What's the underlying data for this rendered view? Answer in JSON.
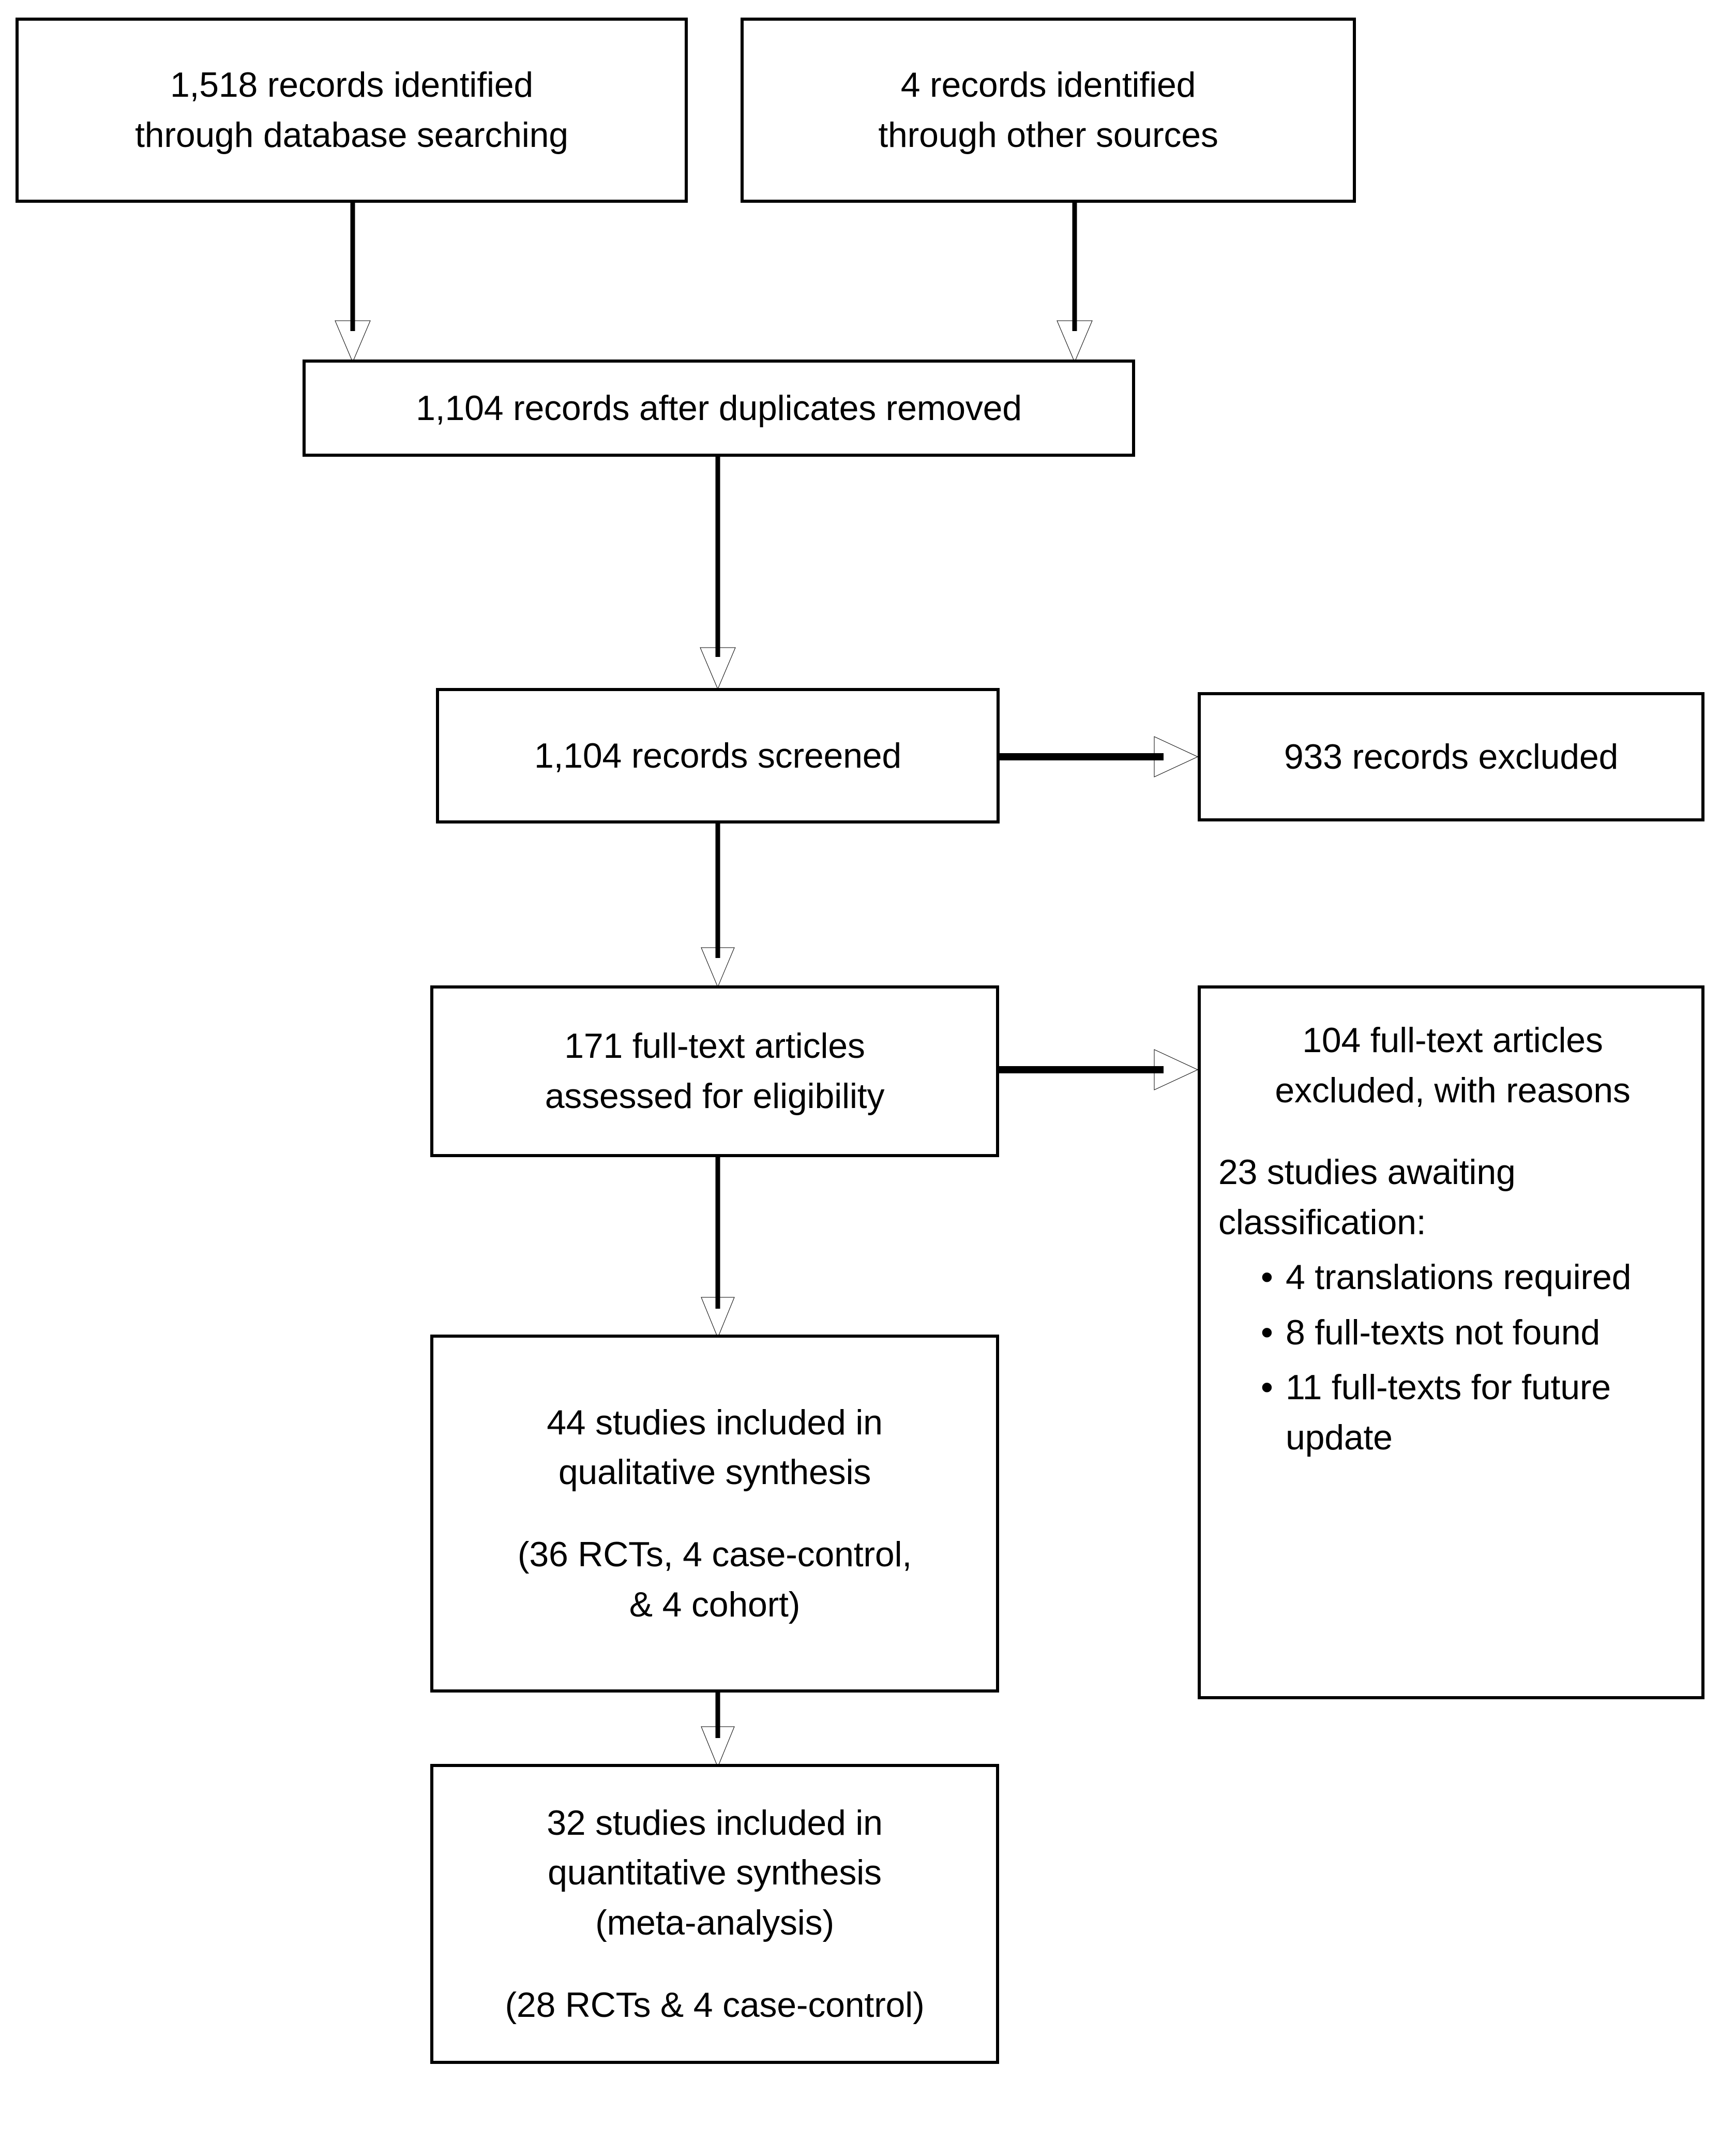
{
  "diagram": {
    "type": "prisma-flow-diagram",
    "title": "PRISMA study selection flow diagram",
    "line_color": "#000000",
    "box_fill": "#ffffff",
    "background": "#ffffff"
  },
  "nodes": {
    "database_records": {
      "id": "database-records-box",
      "lines": [
        "1,518 records identified",
        "through database searching"
      ]
    },
    "other_records": {
      "id": "other-records-box",
      "lines": [
        "4 records identified",
        "through other sources"
      ]
    },
    "duplicates_removed": {
      "id": "duplicates-removed-box",
      "lines": [
        "1,104 records after duplicates removed"
      ]
    },
    "records_screened": {
      "id": "records-screened-box",
      "lines": [
        "1,104 records screened"
      ]
    },
    "records_excluded": {
      "id": "records-excluded-box",
      "lines": [
        "933 records excluded"
      ]
    },
    "fulltext_assessed": {
      "id": "fulltext-assessed-box",
      "lines": [
        "171 full-text articles",
        "assessed for eligibility"
      ]
    },
    "fulltext_excluded": {
      "id": "fulltext-excluded-box",
      "heading": [
        "104 full-text articles",
        "excluded, with reasons"
      ],
      "subheading": [
        "23 studies awaiting",
        "classification:"
      ],
      "bullet_glyph": "•",
      "reasons": [
        "4 translations required",
        "8 full-texts not found",
        "11 full-texts for future update"
      ]
    },
    "qualitative_synthesis": {
      "id": "qualitative-synthesis-box",
      "lines": [
        "44 studies included in",
        "qualitative synthesis"
      ],
      "detail_lines": [
        "(36 RCTs, 4 case-control,",
        "& 4 cohort)"
      ]
    },
    "quantitative_synthesis": {
      "id": "quantitative-synthesis-box",
      "lines": [
        "32 studies included in",
        "quantitative synthesis",
        "(meta-analysis)"
      ],
      "detail_lines": [
        "(28 RCTs & 4 case-control)"
      ]
    }
  },
  "connectors": [
    {
      "name": "database-to-duplicates",
      "from": "database_records",
      "to": "duplicates_removed",
      "direction": "down"
    },
    {
      "name": "other-to-duplicates",
      "from": "other_records",
      "to": "duplicates_removed",
      "direction": "down"
    },
    {
      "name": "duplicates-to-screened",
      "from": "duplicates_removed",
      "to": "records_screened",
      "direction": "down"
    },
    {
      "name": "screened-to-excluded",
      "from": "records_screened",
      "to": "records_excluded",
      "direction": "right"
    },
    {
      "name": "screened-to-fulltext",
      "from": "records_screened",
      "to": "fulltext_assessed",
      "direction": "down"
    },
    {
      "name": "fulltext-to-excluded",
      "from": "fulltext_assessed",
      "to": "fulltext_excluded",
      "direction": "right"
    },
    {
      "name": "fulltext-to-qualitative",
      "from": "fulltext_assessed",
      "to": "qualitative_synthesis",
      "direction": "down"
    },
    {
      "name": "qualitative-to-quantitative",
      "from": "qualitative_synthesis",
      "to": "quantitative_synthesis",
      "direction": "down"
    }
  ]
}
